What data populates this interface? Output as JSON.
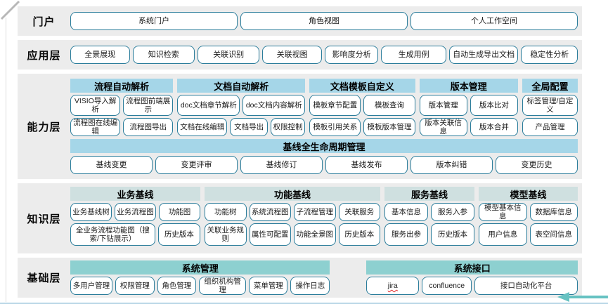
{
  "portal": {
    "label": "门户",
    "buttons": [
      "系统门户",
      "角色视图",
      "个人工作空间"
    ]
  },
  "application": {
    "label": "应用层",
    "buttons": [
      "全景展现",
      "知识检索",
      "关联识别",
      "关联视图",
      "影响度分析",
      "生成用例",
      "自动生成导出文档",
      "稳定性分析"
    ]
  },
  "capability": {
    "label": "能力层",
    "groups": [
      {
        "title": "流程自动解析",
        "rows": [
          [
            "VISIO导入解析",
            "流程图前端展示"
          ],
          [
            "流程图在线编辑",
            "流程图导出"
          ]
        ]
      },
      {
        "title": "文档自动解析",
        "rows": [
          [
            "doc文档章节解析",
            "doc文档内容解析"
          ],
          [
            "文档在线编辑",
            "文档导出",
            "权限控制"
          ]
        ]
      },
      {
        "title": "文档模板自定义",
        "rows": [
          [
            "模板章节配置",
            "模板查询"
          ],
          [
            "模板引用关系",
            "模板版本管理"
          ]
        ]
      },
      {
        "title": "版本管理",
        "rows": [
          [
            "版本管理",
            "版本比对"
          ],
          [
            "版本关联信息",
            "版本合并"
          ]
        ]
      },
      {
        "title": "全局配置",
        "rows": [
          [
            "标签管理/自定义"
          ],
          [
            "产品管理"
          ]
        ]
      }
    ],
    "baseline": {
      "title": "基线全生命周期管理",
      "buttons": [
        "基线变更",
        "变更评审",
        "基线修订",
        "基线发布",
        "版本纠错",
        "变更历史"
      ]
    }
  },
  "knowledge": {
    "label": "知识层",
    "groups": [
      {
        "title": "业务基线",
        "rows": [
          [
            "业务基线树",
            "业务流程图",
            "功能图"
          ],
          [
            "全业务流程功能图（搜索/下钻展示）",
            "历史版本"
          ]
        ]
      },
      {
        "title": "功能基线",
        "rows": [
          [
            "功能树",
            "系统流程图",
            "子流程管理",
            "关联服务"
          ],
          [
            "关联业务规则",
            "属性可配置",
            "功能全景图",
            "历史版本"
          ]
        ]
      },
      {
        "title": "服务基线",
        "rows": [
          [
            "基本信息",
            "服务入参"
          ],
          [
            "服务出参",
            "历史版本"
          ]
        ]
      },
      {
        "title": "模型基线",
        "rows": [
          [
            "模型基本信息",
            "数据库信息"
          ],
          [
            "用户信息",
            "表空间信息"
          ]
        ]
      }
    ]
  },
  "foundation": {
    "label": "基础层",
    "groups": [
      {
        "title": "系统管理",
        "rows": [
          [
            "多用户管理",
            "权限管理",
            "角色管理",
            "组织机构管理",
            "菜单管理",
            "操作日志"
          ]
        ]
      },
      {
        "title": "系统接口",
        "rows": [
          [
            "jira",
            "confluence",
            "接口自动化平台"
          ]
        ]
      }
    ]
  },
  "colors": {
    "band_background": "#ececec",
    "box_border": "#2b7d9b",
    "capability_header": "#a5d6e8",
    "knowledge_header": "#cfe0e0",
    "foundation_header": "#8dd0d0",
    "spellcheck_underline": "#e02b2b",
    "bottom_line": "#b9d7e6",
    "arrow": "#66c2c2"
  }
}
